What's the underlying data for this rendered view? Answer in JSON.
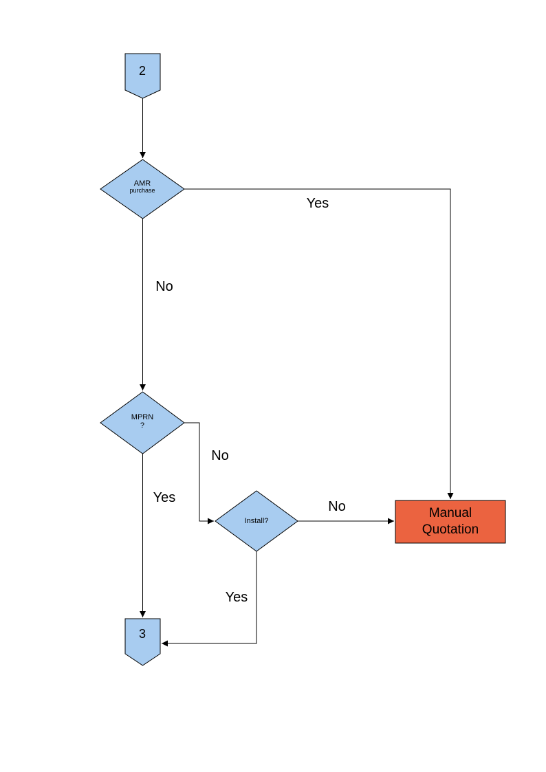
{
  "diagram": {
    "type": "flowchart",
    "colors": {
      "node_fill_blue": "#A8CCF0",
      "node_fill_orange": "#EB6340",
      "stroke": "#000000",
      "background": "#FFFFFF"
    },
    "nodes": {
      "connector_start": {
        "shape": "off-page-connector",
        "label": "2"
      },
      "amr_decision": {
        "shape": "diamond",
        "line1": "AMR",
        "line2": "purchase"
      },
      "mprn_decision": {
        "shape": "diamond",
        "line1": "MPRN",
        "line2": "?"
      },
      "install_decision": {
        "shape": "diamond",
        "label": "Install?"
      },
      "manual_quotation": {
        "shape": "process-box",
        "line1": "Manual",
        "line2": "Quotation"
      },
      "connector_end": {
        "shape": "off-page-connector",
        "label": "3"
      }
    },
    "edge_labels": {
      "amr_yes": "Yes",
      "amr_no": "No",
      "mprn_no": "No",
      "mprn_yes": "Yes",
      "install_no": "No",
      "install_yes": "Yes"
    },
    "edges": [
      {
        "from": "connector_start",
        "to": "amr_decision",
        "label": ""
      },
      {
        "from": "amr_decision",
        "to": "manual_quotation",
        "label": "Yes"
      },
      {
        "from": "amr_decision",
        "to": "mprn_decision",
        "label": "No"
      },
      {
        "from": "mprn_decision",
        "to": "install_decision",
        "label": "No"
      },
      {
        "from": "mprn_decision",
        "to": "connector_end",
        "label": "Yes"
      },
      {
        "from": "install_decision",
        "to": "manual_quotation",
        "label": "No"
      },
      {
        "from": "install_decision",
        "to": "connector_end",
        "label": "Yes"
      }
    ]
  }
}
